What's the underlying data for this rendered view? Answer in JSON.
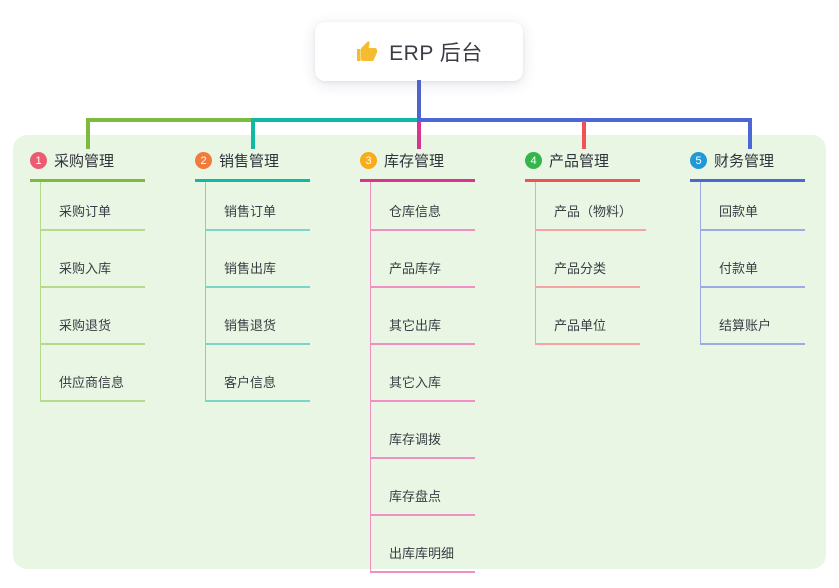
{
  "root": {
    "title": "ERP 后台",
    "icon": "thumbs-up-icon"
  },
  "branches": [
    {
      "num": "1",
      "title": "采购管理",
      "color": "#7cbb3f",
      "tint_color": "#b4da8c",
      "badge_color": "#ee5a72",
      "children": [
        "采购订单",
        "采购入库",
        "采购退货",
        "供应商信息"
      ]
    },
    {
      "num": "2",
      "title": "销售管理",
      "color": "#12b8a6",
      "tint_color": "#7fd4c8",
      "badge_color": "#f07b3c",
      "children": [
        "销售订单",
        "销售出库",
        "销售退货",
        "客户信息"
      ]
    },
    {
      "num": "3",
      "title": "库存管理",
      "color": "#d6368f",
      "tint_color": "#ef8fc4",
      "badge_color": "#f9ab18",
      "children": [
        "仓库信息",
        "产品库存",
        "其它出库",
        "其它入库",
        "库存调拨",
        "库存盘点",
        "出库库明细"
      ]
    },
    {
      "num": "4",
      "title": "产品管理",
      "color": "#f05353",
      "tint_color": "#f5a3a3",
      "badge_color": "#35b54a",
      "children": [
        "产品（物料）",
        "产品分类",
        "产品单位"
      ]
    },
    {
      "num": "5",
      "title": "财务管理",
      "color": "#4a67d5",
      "tint_color": "#9dabe2",
      "badge_color": "#1f9ad7",
      "children": [
        "回款单",
        "付款单",
        "结算账户"
      ]
    }
  ],
  "colors": {
    "panel_background": "#e9f6e4",
    "page_background": "#ffffff",
    "root_stem": "#4f63cf",
    "thumb_icon": "#f5bb31",
    "text_dark": "#3c3c46"
  }
}
